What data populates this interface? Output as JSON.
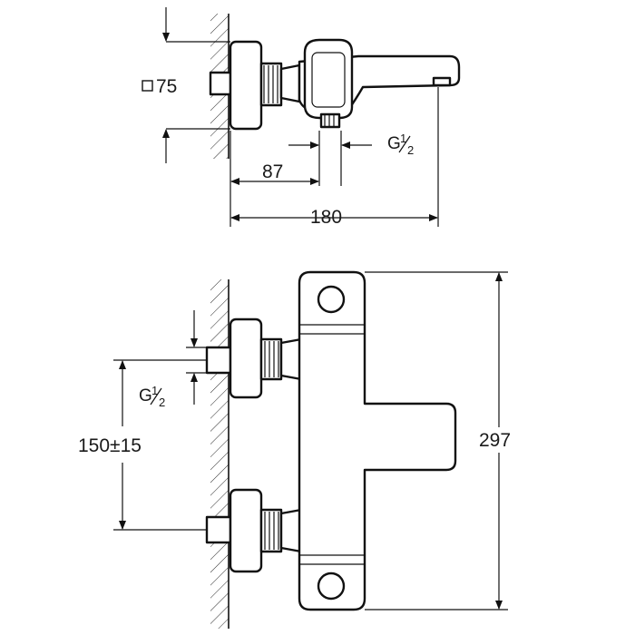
{
  "top_view": {
    "dims": {
      "square_symbol": "□",
      "square_value": "75",
      "outlet_offset": "87",
      "total_depth": "180",
      "thread_label": "G",
      "thread_fraction_num": "1",
      "thread_fraction_den": "2"
    }
  },
  "front_view": {
    "dims": {
      "height": "297",
      "inlet_spacing": "150±15",
      "thread_label": "G",
      "thread_fraction_num": "1",
      "thread_fraction_den": "2"
    }
  }
}
